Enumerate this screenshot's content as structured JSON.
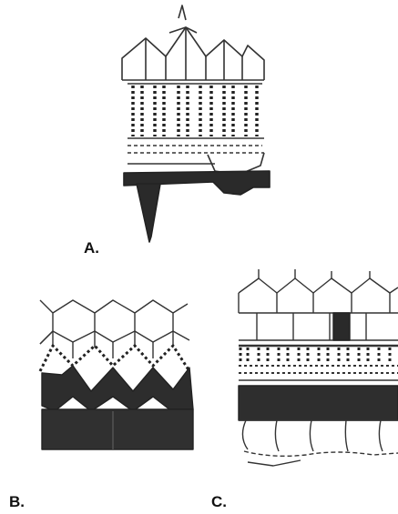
{
  "figure": {
    "panels": [
      {
        "id": "A",
        "label": "A."
      },
      {
        "id": "B",
        "label": "B."
      },
      {
        "id": "C",
        "label": "C."
      }
    ],
    "colors": {
      "ink": "#222222",
      "fill": "#333333",
      "paper": "#ffffff"
    }
  }
}
